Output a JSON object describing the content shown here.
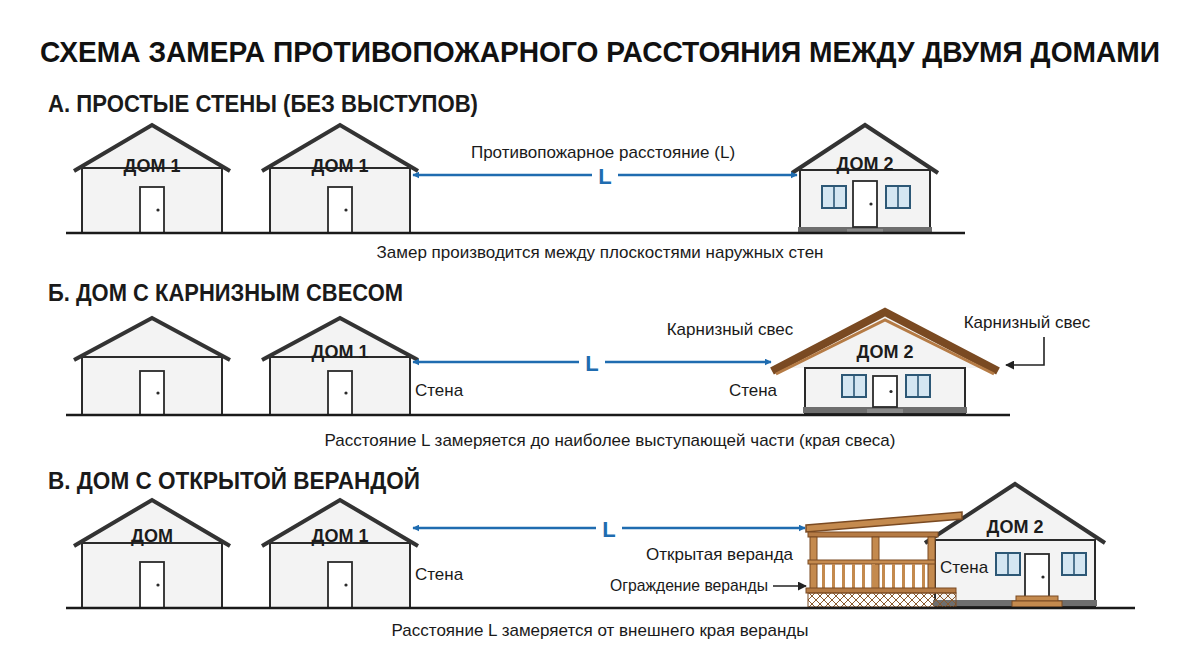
{
  "diagram": {
    "title": "СХЕМА ЗАМЕРА ПРОТИВОПОЖАРНОГО РАССТОЯНИЯ МЕЖДУ ДВУМЯ ДОМАМИ",
    "nodes": [
      {
        "text": [
          "ДОМ 1"
        ]
      },
      {
        "text": [
          "ДОМ 1"
        ]
      },
      {
        "text": [
          "ДОМ 2"
        ]
      },
      {
        "text": [
          "ДОМ 1"
        ]
      },
      {
        "text": [
          "ДОМ 2"
        ]
      },
      {
        "text": [
          "ДОМ"
        ]
      },
      {
        "text": [
          "ДОМ 1"
        ]
      },
      {
        "text": [
          "ДОМ 2"
        ]
      }
    ],
    "edges": [
      {
        "from": 1,
        "to": 2,
        "arrow": "both",
        "label": "L"
      },
      {
        "from": 3,
        "to": 4,
        "arrow": "both",
        "label": "L"
      },
      {
        "from": 6,
        "to": 7,
        "arrow": "both",
        "label": "L"
      }
    ],
    "labels": [
      "А. ПРОСТЫЕ СТЕНЫ (БЕЗ ВЫСТУПОВ)",
      "Противопожарное расстояние (L)",
      "Замер производится между плоскостями наружных стен",
      "Б. ДОМ С КАРНИЗНЫМ СВЕСОМ",
      "Карнизный свес",
      "Карнизный свес",
      "Стена",
      "Стена",
      "Расстояние L замеряется до наиболее выступающей части (края свеса)",
      "В. ДОМ С ОТКРЫТОЙ ВЕРАНДОЙ",
      "Стена",
      "Открытая веранда",
      "Стена",
      "Ограждение веранды",
      "Расстояние L замеряется от внешнего края веранды"
    ]
  }
}
